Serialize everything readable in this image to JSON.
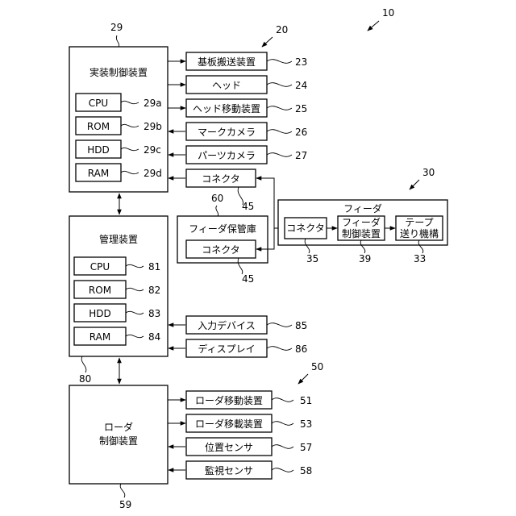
{
  "refs": {
    "system": "10",
    "mounting_machine": "20",
    "feeder": "30",
    "loader": "50",
    "storage": "60",
    "manager": "80",
    "mount_ctrl": "29",
    "loader_ctrl": "59"
  },
  "mount_controller": {
    "title": "実装制御装置",
    "components": [
      {
        "label": "CPU",
        "ref": "29a"
      },
      {
        "label": "ROM",
        "ref": "29b"
      },
      {
        "label": "HDD",
        "ref": "29c"
      },
      {
        "label": "RAM",
        "ref": "29d"
      }
    ]
  },
  "mount_devices": [
    {
      "label": "基板搬送装置",
      "ref": "23"
    },
    {
      "label": "ヘッド",
      "ref": "24"
    },
    {
      "label": "ヘッド移動装置",
      "ref": "25"
    },
    {
      "label": "マークカメラ",
      "ref": "26"
    },
    {
      "label": "パーツカメラ",
      "ref": "27"
    },
    {
      "label": "コネクタ",
      "ref": "45"
    }
  ],
  "manager": {
    "title": "管理装置",
    "components": [
      {
        "label": "CPU",
        "ref": "81"
      },
      {
        "label": "ROM",
        "ref": "82"
      },
      {
        "label": "HDD",
        "ref": "83"
      },
      {
        "label": "RAM",
        "ref": "84"
      }
    ]
  },
  "manager_devices": [
    {
      "label": "入力デバイス",
      "ref": "85"
    },
    {
      "label": "ディスプレイ",
      "ref": "86"
    }
  ],
  "storage": {
    "title": "フィーダ保管庫",
    "connector": "コネクタ",
    "connector_ref": "45"
  },
  "feeder": {
    "title": "フィーダ",
    "connector": "コネクタ",
    "connector_ref": "35",
    "control_line1": "フィーダ",
    "control_line2": "制御装置",
    "control_ref": "39",
    "tape_line1": "テープ",
    "tape_line2": "送り機構",
    "tape_ref": "33"
  },
  "loader_controller": {
    "title_line1": "ローダ",
    "title_line2": "制御装置"
  },
  "loader_devices": [
    {
      "label": "ローダ移動装置",
      "ref": "51"
    },
    {
      "label": "ローダ移載装置",
      "ref": "53"
    },
    {
      "label": "位置センサ",
      "ref": "57"
    },
    {
      "label": "監視センサ",
      "ref": "58"
    }
  ]
}
